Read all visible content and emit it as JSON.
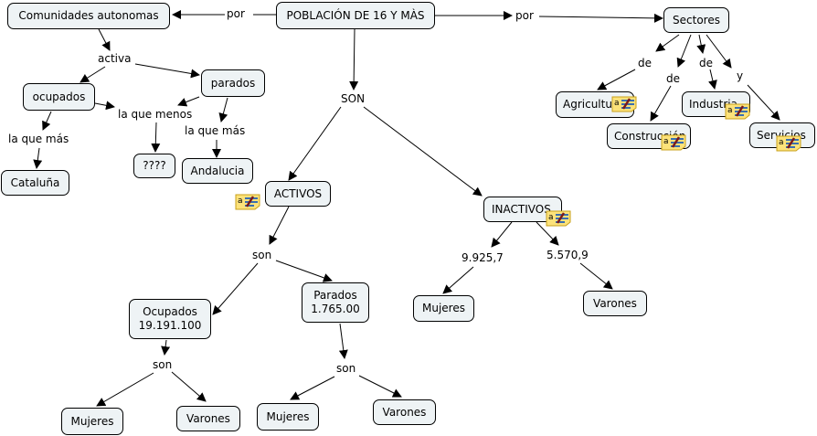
{
  "map": {
    "nodes": {
      "poblacion": "POBLACIÓN DE 16 Y MÀS",
      "comunidades": "Comunidades autonomas",
      "sectores": "Sectores",
      "ocupados_ca": "ocupados",
      "parados_ca": "parados",
      "desconocido": "????",
      "andalucia": "Andalucia",
      "cataluna": "Cataluña",
      "agricultura": "Agricultura",
      "construccion": "Construcción",
      "industria": "Industria",
      "servicios": "Servicios",
      "activos": "ACTIVOS",
      "inactivos": "INACTIVOS",
      "ocupados": "Ocupados\n19.191.100",
      "parados": "Parados\n1.765.00",
      "mujeres_ocup": "Mujeres",
      "varones_ocup": "Varones",
      "mujeres_par": "Mujeres",
      "varones_par": "Varones",
      "mujeres_inac": "Mujeres",
      "varones_inac": "Varones"
    },
    "links": {
      "por_left": "por",
      "por_right": "por",
      "activa": "activa",
      "la_que_menos": "la que menos",
      "la_que_mas_ocup": "la que más",
      "la_que_mas_par": "la que más",
      "son_top": "SON",
      "de_agri": "de",
      "de_cons": "de",
      "de_ind": "de",
      "y_serv": "y",
      "son_activos": "son",
      "val_mujeres": "9.925,7",
      "val_varones": "5.570,9",
      "son_ocupados": "son",
      "son_parados": "son"
    },
    "note_icon": "annotation-note-icon"
  }
}
